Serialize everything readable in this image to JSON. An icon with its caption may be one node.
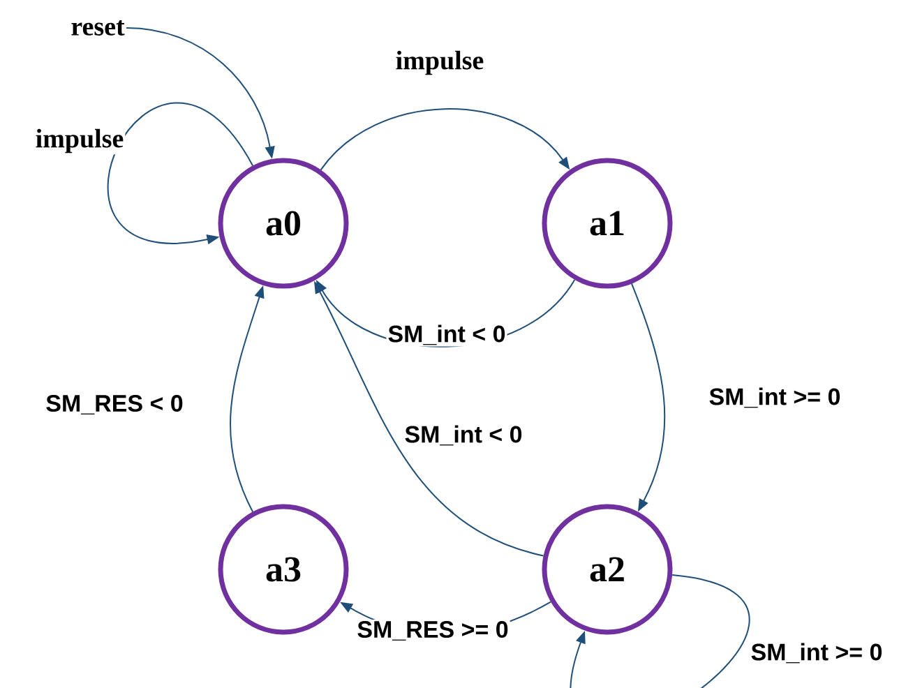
{
  "diagram": {
    "nodes": [
      {
        "text": [
          "a0"
        ]
      },
      {
        "text": [
          "a1"
        ]
      },
      {
        "text": [
          "a3"
        ]
      },
      {
        "text": [
          "a2"
        ]
      },
      {
        "text": [
          "reset"
        ]
      }
    ],
    "edges": [
      {
        "from": 4,
        "to": 0,
        "arrow": "to"
      },
      {
        "from": 0,
        "to": 0,
        "arrow": "to",
        "label": "impulse"
      },
      {
        "from": 0,
        "to": 1,
        "arrow": "to",
        "label": "impulse"
      },
      {
        "from": 1,
        "to": 0,
        "arrow": "to",
        "label": "SM_int < 0"
      },
      {
        "from": 1,
        "to": 3,
        "arrow": "to",
        "label": "SM_int >= 0"
      },
      {
        "from": 3,
        "to": 0,
        "arrow": "to",
        "label": "SM_int < 0"
      },
      {
        "from": 3,
        "to": 2,
        "arrow": "to",
        "label": "SM_RES >= 0"
      },
      {
        "from": 2,
        "to": 0,
        "arrow": "to",
        "label": "SM_RES < 0"
      },
      {
        "from": 3,
        "to": 3,
        "arrow": "to",
        "label": "SM_int >= 0"
      }
    ]
  }
}
